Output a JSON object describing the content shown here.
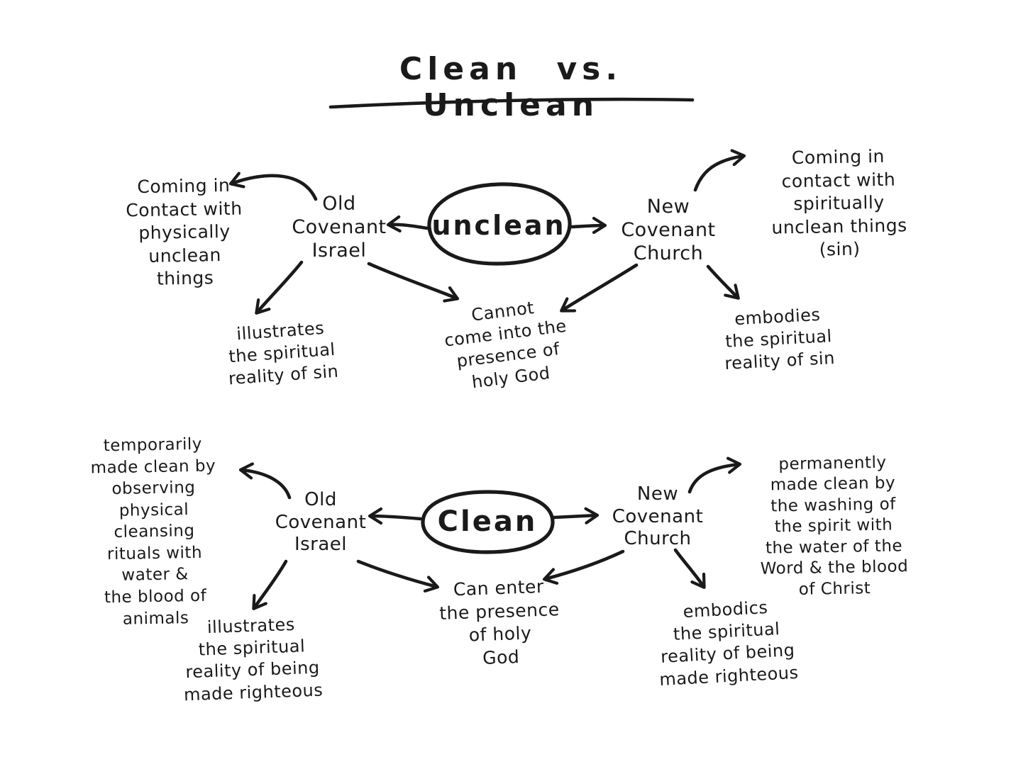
{
  "title": "Clean vs. Unclean",
  "colors": {
    "ink": "#1a1a1a",
    "background": "#ffffff"
  },
  "sections": {
    "unclean": {
      "center_node": "unclean",
      "left_node": "Old\nCovenant\nIsrael",
      "right_node": "New\nCovenant\nChurch",
      "left_branch": "Coming in\nContact with\nphysically\nunclean\nthings",
      "right_branch": "Coming in\ncontact with\nspiritually\nunclean things\n(sin)",
      "left_bottom": "illustrates\nthe spiritual\nreality of sin",
      "center_bottom": "Cannot\ncome into the\npresence of\nholy God",
      "right_bottom": "embodies\nthe spiritual\nreality of sin"
    },
    "clean": {
      "center_node": "Clean",
      "left_node": "Old\nCovenant\nIsrael",
      "right_node": "New\nCovenant\nChurch",
      "left_branch": "temporarily\nmade clean by\nobserving\nphysical\ncleansing\nrituals with\nwater &\nthe blood of\nanimals",
      "right_branch": "permanently\nmade clean by\nthe washing of\nthe spirit with\nthe water of the\nWord & the blood\nof Christ",
      "left_bottom": "illustrates\nthe spiritual\nreality of being\nmade righteous",
      "center_bottom": "Can enter\nthe presence\nof holy\nGod",
      "right_bottom": "embodics\nthe spiritual\nreality of being\nmade righteous"
    }
  }
}
